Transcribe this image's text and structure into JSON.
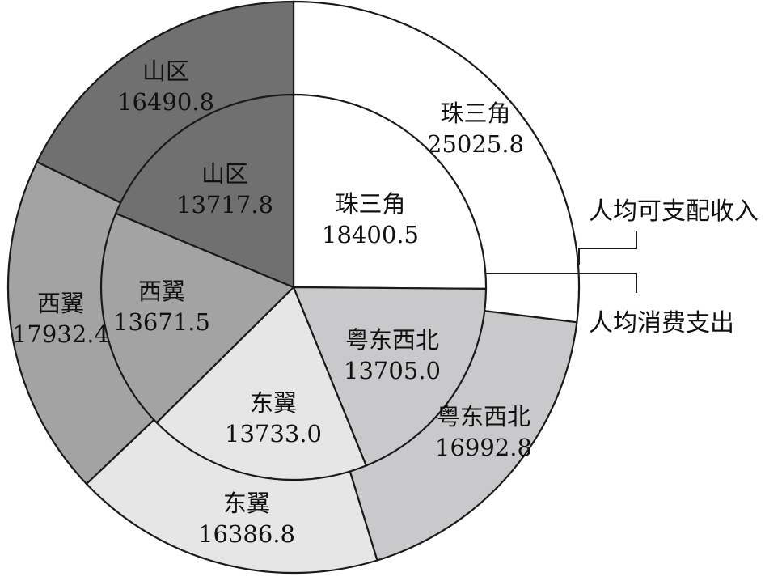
{
  "chart_data": {
    "type": "pie",
    "title": "",
    "series": [
      {
        "name": "人均消费支出",
        "ring": "inner",
        "slices": [
          {
            "category": "珠三角",
            "value": 18400.5,
            "label": "18400.5",
            "color": "#ffffff"
          },
          {
            "category": "粤东西北",
            "value": 13705.0,
            "label": "13705.0",
            "color": "#c9c9cc"
          },
          {
            "category": "东翼",
            "value": 13733.0,
            "label": "13733.0",
            "color": "#e6e6e6"
          },
          {
            "category": "西翼",
            "value": 13671.5,
            "label": "13671.5",
            "color": "#a3a3a4"
          },
          {
            "category": "山区",
            "value": 13717.8,
            "label": "13717.8",
            "color": "#707071"
          }
        ]
      },
      {
        "name": "人均可支配收入",
        "ring": "outer",
        "slices": [
          {
            "category": "珠三角",
            "value": 25025.8,
            "label": "25025.8",
            "color": "#ffffff"
          },
          {
            "category": "粤东西北",
            "value": 16992.8,
            "label": "16992.8",
            "color": "#c9c9cc"
          },
          {
            "category": "东翼",
            "value": 16386.8,
            "label": "16386.8",
            "color": "#e6e6e6"
          },
          {
            "category": "西翼",
            "value": 17932.4,
            "label": "17932.4",
            "color": "#a3a3a4"
          },
          {
            "category": "山区",
            "value": 16490.8,
            "label": "16490.8",
            "color": "#707071"
          }
        ]
      }
    ],
    "legend_position": "right"
  }
}
